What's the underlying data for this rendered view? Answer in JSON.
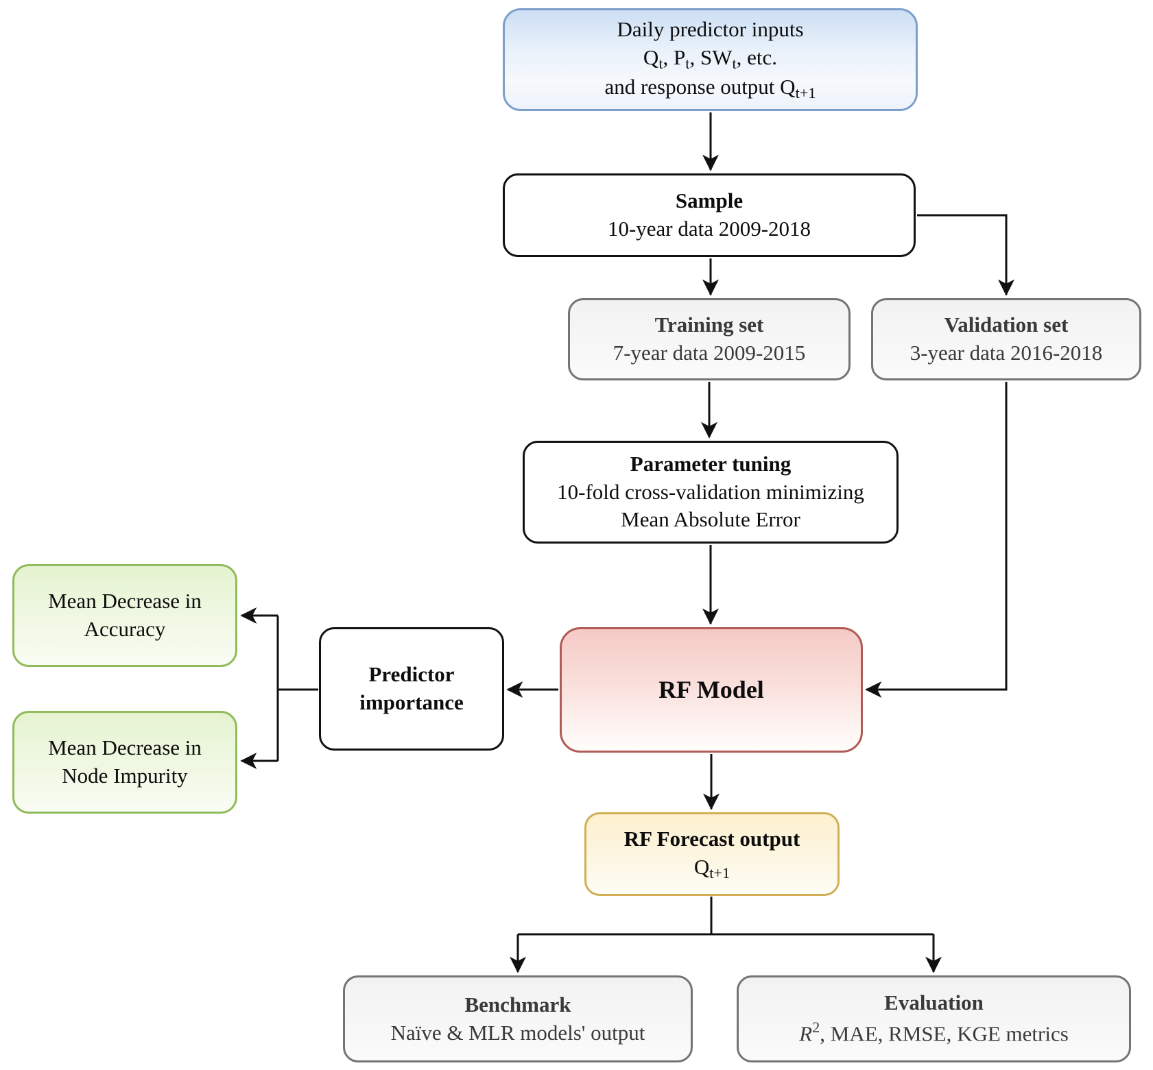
{
  "diagram": {
    "description": "Random Forest streamflow forecasting workflow flowchart",
    "colors": {
      "input_border": "#7d9ecb",
      "input_fill_top": "#cddff4",
      "process_border": "#111111",
      "dataset_border": "#747474",
      "dataset_fill": "#f2f2f2",
      "rf_model_border": "#b25a55",
      "rf_model_fill_top": "#f5cac5",
      "importance_metric_border": "#92bb5b",
      "importance_metric_fill_top": "#e5f3d0",
      "forecast_border": "#d2ae55",
      "forecast_fill_top": "#fcf0cf",
      "arrow": "#111111"
    },
    "nodes": {
      "inputs": {
        "line1": "Daily predictor inputs",
        "l2_t1": "Q",
        "l2_s1": "t",
        "l2_t2": ", P",
        "l2_s2": "t",
        "l2_t3": ", SW",
        "l2_s3": "t",
        "l2_t4": ", etc.",
        "l3_text": "and response output Q",
        "l3_sub": "t+1"
      },
      "sample": {
        "title": "Sample",
        "subtitle": "10-year data 2009-2018"
      },
      "training": {
        "title": "Training set",
        "subtitle": "7-year data 2009-2015"
      },
      "validation": {
        "title": "Validation set",
        "subtitle": "3-year data 2016-2018"
      },
      "tuning": {
        "title": "Parameter tuning",
        "line2": "10-fold cross-validation minimizing",
        "line3": "Mean Absolute Error"
      },
      "rf_model": {
        "title": "RF Model"
      },
      "importance": {
        "line1": "Predictor",
        "line2": "importance"
      },
      "mda": {
        "line1": "Mean Decrease in",
        "line2": "Accuracy"
      },
      "mdni": {
        "line1": "Mean Decrease in",
        "line2": "Node Impurity"
      },
      "forecast": {
        "title": "RF Forecast output",
        "q": "Q",
        "q_sub": "t+1"
      },
      "benchmark": {
        "title": "Benchmark",
        "subtitle": "Naïve & MLR models' output"
      },
      "evaluation": {
        "title": "Evaluation",
        "r": "R",
        "r_sup": "2",
        "rest": ", MAE, RMSE, KGE metrics"
      }
    },
    "connections": [
      {
        "from": "daily-inputs",
        "to": "sample"
      },
      {
        "from": "sample",
        "to": "training-set"
      },
      {
        "from": "sample",
        "to": "validation-set"
      },
      {
        "from": "training-set",
        "to": "parameter-tuning"
      },
      {
        "from": "parameter-tuning",
        "to": "rf-model"
      },
      {
        "from": "validation-set",
        "to": "rf-model"
      },
      {
        "from": "rf-model",
        "to": "predictor-importance"
      },
      {
        "from": "predictor-importance",
        "to": "mean-decrease-in-accuracy"
      },
      {
        "from": "predictor-importance",
        "to": "mean-decrease-in-node-impurity"
      },
      {
        "from": "rf-model",
        "to": "rf-forecast-output"
      },
      {
        "from": "rf-forecast-output",
        "to": "benchmark"
      },
      {
        "from": "rf-forecast-output",
        "to": "evaluation"
      }
    ]
  }
}
